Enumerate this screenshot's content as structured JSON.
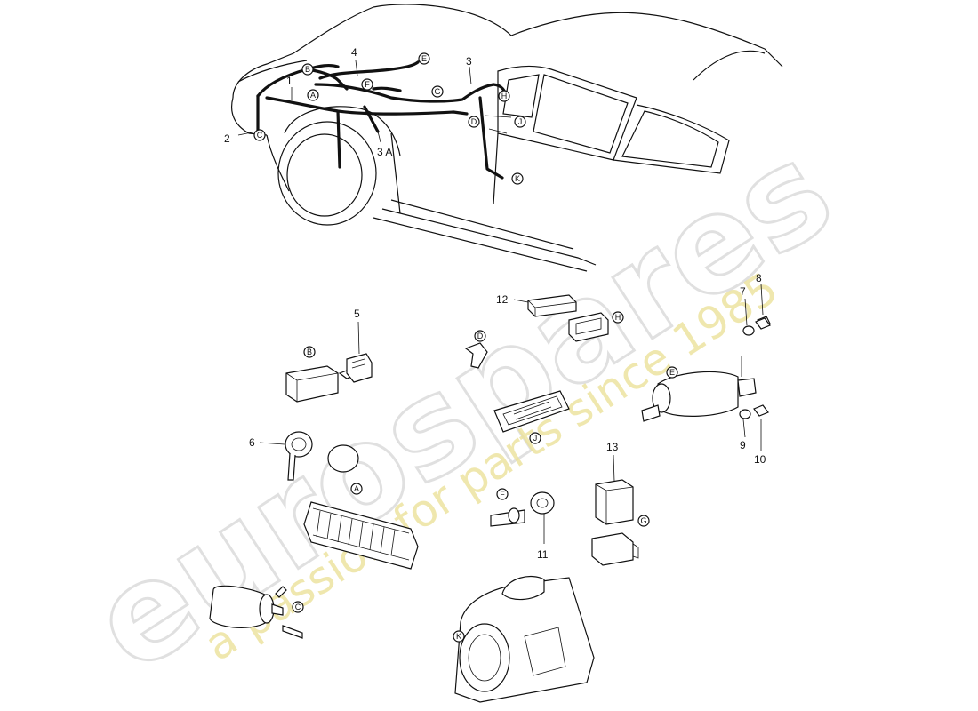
{
  "watermark": {
    "brand": "eurospares",
    "slogan": "a passion for parts since 1985"
  },
  "callouts": {
    "n1": "1",
    "n2": "2",
    "n3": "3",
    "n3a": "3 A",
    "n4": "4",
    "n5": "5",
    "n6": "6",
    "n7": "7",
    "n8": "8",
    "n9": "9",
    "n10": "10",
    "n11": "11",
    "n12": "12",
    "n13": "13"
  },
  "letters": {
    "A": "A",
    "B": "B",
    "C": "C",
    "D": "D",
    "E": "E",
    "F": "F",
    "G": "G",
    "H": "H",
    "J": "J",
    "K": "K"
  }
}
